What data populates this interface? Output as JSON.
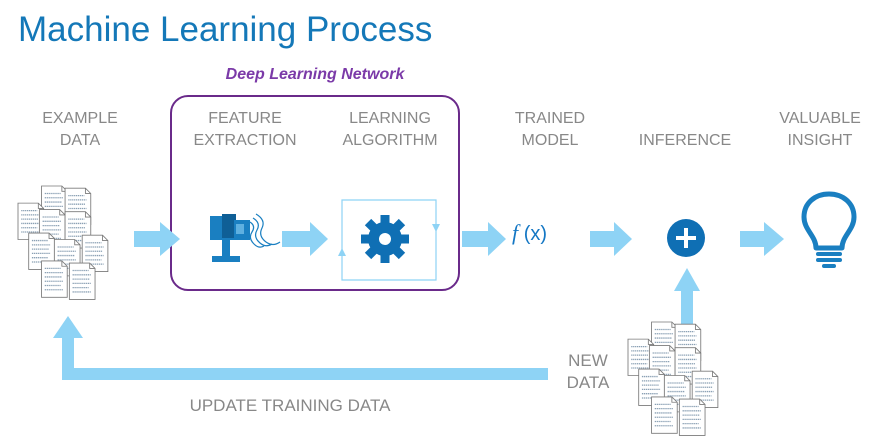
{
  "title": "Machine Learning Process",
  "network": {
    "title": "Deep Learning Network"
  },
  "stages": [
    {
      "line1": "EXAMPLE",
      "line2": "DATA"
    },
    {
      "line1": "FEATURE",
      "line2": "EXTRACTION"
    },
    {
      "line1": "LEARNING",
      "line2": "ALGORITHM"
    },
    {
      "line1": "TRAINED",
      "line2": "MODEL"
    },
    {
      "line1": "INFERENCE",
      "line2": ""
    },
    {
      "line1": "VALUABLE",
      "line2": "INSIGHT"
    }
  ],
  "model_function": {
    "f": "f",
    "arg": "(x)"
  },
  "new_data": {
    "line1": "NEW",
    "line2": "DATA"
  },
  "update_label": "UPDATE TRAINING DATA",
  "doc_text": [
    "1010101110",
    "1010110101",
    "1101001011",
    "1100100001",
    "1010011010",
    "0101001100",
    "1101001010",
    "1100101001"
  ],
  "colors": {
    "title": "#1478b8",
    "arrow": "#8ed3f5",
    "icon": "#1a7fc1",
    "network_border": "#6a2a8a",
    "network_title": "#7b3aa8",
    "label": "#888888"
  }
}
